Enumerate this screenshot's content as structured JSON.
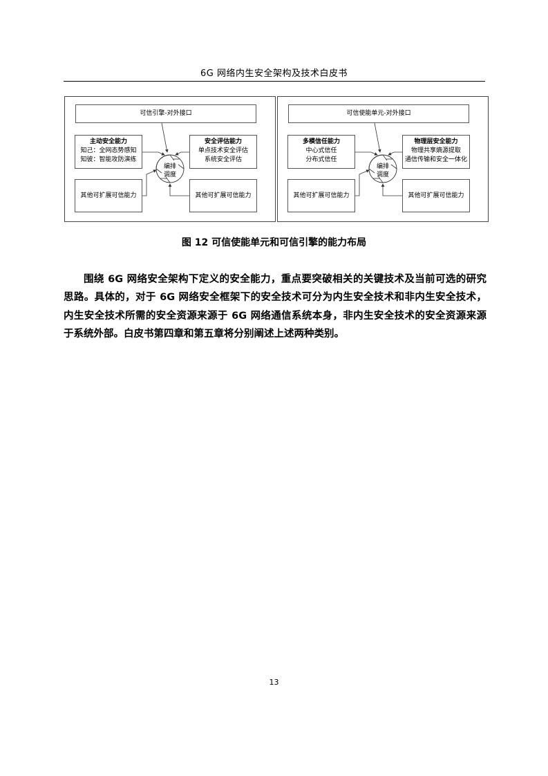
{
  "header": {
    "title": "6G 网络内生安全架构及技术白皮书"
  },
  "figure": {
    "left": {
      "interface": "可信引擎-对外接口",
      "capability_a": {
        "title": "主动安全能力",
        "lines": [
          "知己：全网态势感知",
          "知彼：智能攻防演练"
        ]
      },
      "capability_b": {
        "title": "安全评估能力",
        "lines": [
          "单点技术安全评估",
          "系统安全评估"
        ]
      },
      "extension_a": "其他可扩展可信能力",
      "extension_b": "其他可扩展可信能力",
      "hub": [
        "编排",
        "调度"
      ]
    },
    "right": {
      "interface": "可信使能单元-对外接口",
      "capability_a": {
        "title": "多模信任能力",
        "lines": [
          "中心式信任",
          "分布式信任"
        ]
      },
      "capability_b": {
        "title": "物理层安全能力",
        "lines": [
          "物理共享熵源提取",
          "通信传输和安全一体化"
        ]
      },
      "extension_a": "其他可扩展可信能力",
      "extension_b": "其他可扩展可信能力",
      "hub": [
        "编排",
        "调度"
      ]
    },
    "caption": "图 12 可信使能单元和可信引擎的能力布局"
  },
  "body": {
    "paragraph": "围绕 6G 网络安全架构下定义的安全能力，重点要突破相关的关键技术及当前可选的研究思路。具体的，对于 6G 网络安全框架下的安全技术可分为内生安全技术和非内生安全技术，内生安全技术所需的安全资源来源于 6G 网络通信系统本身，非内生安全技术的安全资源来源于系统外部。白皮书第四章和第五章将分别阐述上述两种类别。"
  },
  "footer": {
    "page_number": "13"
  }
}
